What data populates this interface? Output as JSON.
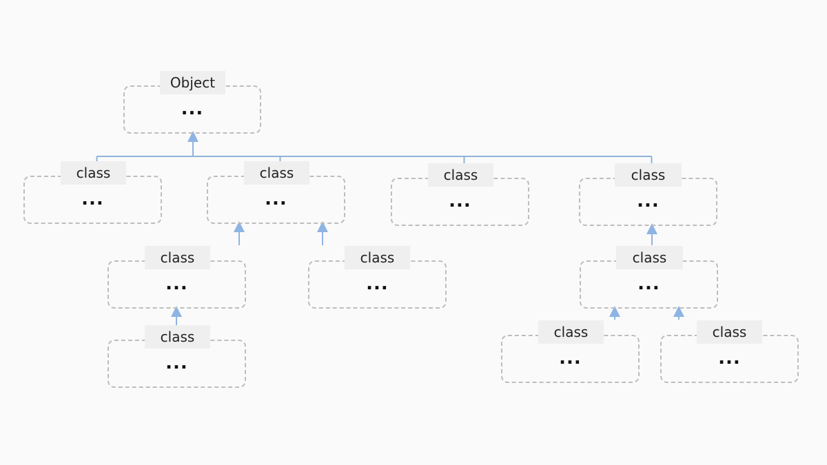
{
  "diagram": {
    "nodes": [
      {
        "id": "object",
        "label": "Object",
        "content": "..."
      },
      {
        "id": "class-a",
        "label": "class",
        "content": "..."
      },
      {
        "id": "class-b",
        "label": "class",
        "content": "..."
      },
      {
        "id": "class-c",
        "label": "class",
        "content": "..."
      },
      {
        "id": "class-d",
        "label": "class",
        "content": "..."
      },
      {
        "id": "class-b1",
        "label": "class",
        "content": "..."
      },
      {
        "id": "class-b2",
        "label": "class",
        "content": "..."
      },
      {
        "id": "class-b1a",
        "label": "class",
        "content": "..."
      },
      {
        "id": "class-d1",
        "label": "class",
        "content": "..."
      },
      {
        "id": "class-d1a",
        "label": "class",
        "content": "..."
      },
      {
        "id": "class-d1b",
        "label": "class",
        "content": "..."
      }
    ],
    "edges": [
      {
        "from": "class-a",
        "to": "object"
      },
      {
        "from": "class-b",
        "to": "object"
      },
      {
        "from": "class-c",
        "to": "object"
      },
      {
        "from": "class-d",
        "to": "object"
      },
      {
        "from": "class-b1",
        "to": "class-b"
      },
      {
        "from": "class-b2",
        "to": "class-b"
      },
      {
        "from": "class-b1a",
        "to": "class-b1"
      },
      {
        "from": "class-d1",
        "to": "class-d"
      },
      {
        "from": "class-d1a",
        "to": "class-d1"
      },
      {
        "from": "class-d1b",
        "to": "class-d1"
      }
    ],
    "colors": {
      "arrow": "#8eb4e3",
      "connector": "#8fb3d9",
      "border": "#bdbdbd",
      "label_bg": "#efefef"
    }
  }
}
